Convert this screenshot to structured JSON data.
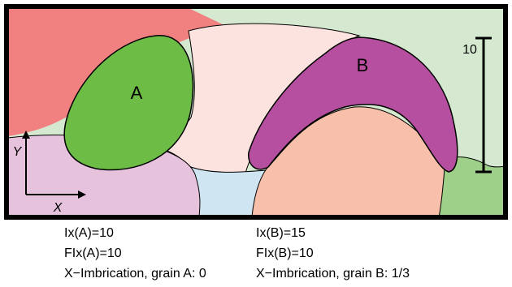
{
  "colors": {
    "frame": "#000000",
    "background_top_right": "#d5e8d0",
    "region_red": "#f18080",
    "region_light_pink": "#fde3df",
    "region_salmon": "#f8c0aa",
    "region_lavender": "#e6c2dc",
    "region_light_blue": "#cfe6f2",
    "region_light_green": "#9fd08a",
    "grain_a": "#6cbc45",
    "grain_b": "#b74fa0"
  },
  "grains": {
    "a": {
      "label": "A"
    },
    "b": {
      "label": "B"
    }
  },
  "scale_bar": {
    "label": "10"
  },
  "axes": {
    "x_label": "X",
    "y_label": "Y"
  },
  "stats": {
    "grain_a": {
      "ix": "Ix(A)=10",
      "fix": "FIx(A)=10",
      "imbrication": "X−Imbrication, grain A: 0"
    },
    "grain_b": {
      "ix": "Ix(B)=15",
      "fix": "FIx(B)=10",
      "imbrication": "X−Imbrication, grain B: 1/3"
    }
  }
}
